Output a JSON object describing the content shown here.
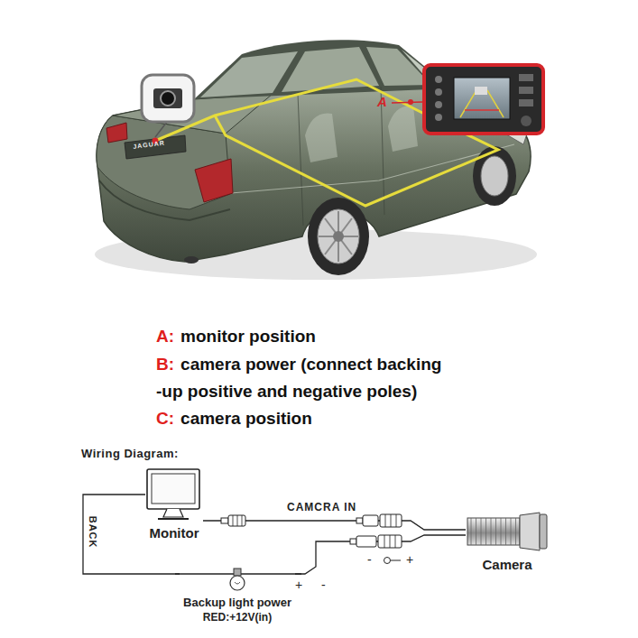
{
  "diagram": {
    "nodes": [
      {
        "text": [
          "Monitor"
        ]
      },
      {
        "text": [
          "Camera"
        ]
      },
      {
        "text": [
          "Backup light power",
          "RED:+12V(in)"
        ]
      }
    ],
    "edges": [
      {
        "from": 0,
        "to": 1,
        "arrow": "none",
        "label": "CAMCRA IN"
      },
      {
        "from": 0,
        "to": 2,
        "arrow": "none",
        "label": "BACK"
      },
      {
        "from": 2,
        "to": 1,
        "arrow": "none"
      }
    ],
    "labels": [
      "A",
      "JAGUAR",
      "A:",
      "monitor position",
      "B:",
      "camera power (connect backing -up positive and negative poles)",
      "C:",
      "camera position",
      "Wiring Diagram:",
      "-",
      "+",
      "+",
      "-"
    ]
  }
}
